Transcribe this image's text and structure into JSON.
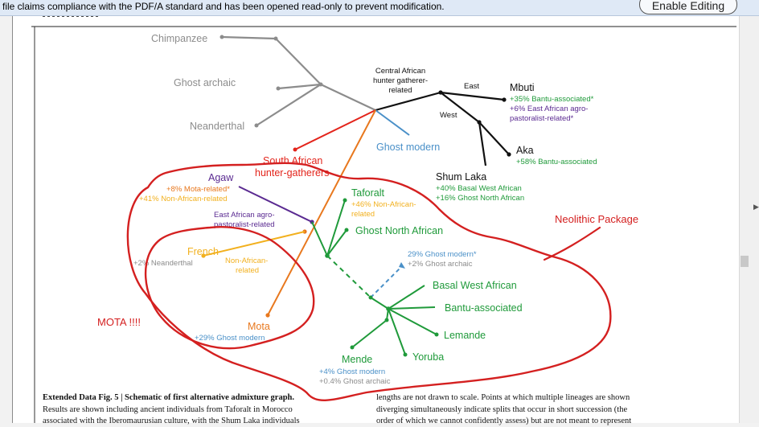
{
  "infobar": {
    "message": "file claims compliance with the PDF/A standard and has been opened read-only to prevent modification.",
    "enable_editing": "Enable Editing"
  },
  "figure": {
    "nodes": {
      "chimpanzee": "Chimpanzee",
      "ghost_archaic": "Ghost archaic",
      "neanderthal": "Neanderthal",
      "central_african_1": "Central African",
      "central_african_2": "hunter gatherer-",
      "central_african_3": "related",
      "east": "East",
      "west": "West",
      "mbuti": "Mbuti",
      "mbuti_1": "+35% Bantu-associated*",
      "mbuti_2": "+6% East African agro-",
      "mbuti_3": "pastoralist-related*",
      "aka": "Aka",
      "aka_1": "+58% Bantu-associated",
      "south_african_1": "South African",
      "south_african_2": "hunter-gatherers",
      "ghost_modern": "Ghost modern",
      "shum_laka": "Shum Laka",
      "shum_laka_1": "+40% Basal West African",
      "shum_laka_2": "+16% Ghost North African",
      "agaw": "Agaw",
      "agaw_1": "+8% Mota-related*",
      "agaw_2": "+41% Non-African-related",
      "east_african_1": "East African agro-",
      "east_african_2": "pastoralist-related",
      "taforalt": "Taforalt",
      "taforalt_1": "+46% Non-African-",
      "taforalt_2": "related",
      "ghost_north_african": "Ghost North African",
      "french": "French",
      "french_1": "+2% Neanderthal",
      "non_african_1": "Non-African-",
      "non_african_2": "related",
      "ghost_modern_29": "29% Ghost modern*",
      "ghost_archaic_2": "+2% Ghost archaic",
      "basal_west_african": "Basal West African",
      "bantu_associated": "Bantu-associated",
      "lemande": "Lemande",
      "yoruba": "Yoruba",
      "mende": "Mende",
      "mende_1": "+4% Ghost modern",
      "mende_2": "+0.4% Ghost archaic",
      "mota": "Mota",
      "mota_1": "+29% Ghost modern"
    },
    "annotations": {
      "neolithic_package": "Neolithic Package",
      "mota_marker": "MOTA !!!!"
    },
    "colors": {
      "grey": "#8c8c8c",
      "black": "#111111",
      "red": "#e3241b",
      "blue": "#4a90c8",
      "orange": "#e8781e",
      "purple": "#5a2a91",
      "green": "#1f9a3a",
      "yellow": "#f2b01e",
      "annotation_red": "#d42020"
    }
  },
  "caption": {
    "left_bold": "Extended Data Fig. 5 | Schematic of first alternative admixture graph.",
    "left_line2": "Results are shown including ancient individuals from Taforalt in Morocco",
    "left_line3": "associated with the Iberomaurusian culture, with the Shum Laka individuals",
    "right_line1": "lengths are not drawn to scale. Points at which multiple lineages are shown",
    "right_line2": "diverging simultaneously indicate splits that occur in short succession (the",
    "right_line3": "order of which we cannot confidently assess) but are not meant to represent"
  }
}
